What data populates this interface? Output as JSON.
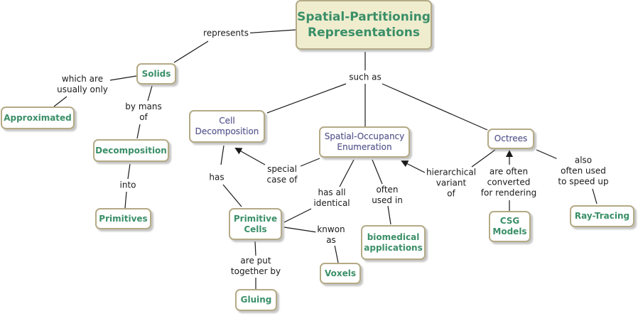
{
  "title": "Spatial-Partitioning Representations concept map",
  "nodes": {
    "root": "Spatial-Partitioning\nRepresentations",
    "solids": "Solids",
    "approximated": "Approximated",
    "decomposition": "Decomposition",
    "primitives": "Primitives",
    "cell_decomposition": "Cell\nDecomposition",
    "spatial_occupancy": "Spatial-Occupancy\nEnumeration",
    "octrees": "Octrees",
    "primitive_cells": "Primitive\nCells",
    "biomedical": "biomedical\napplications",
    "voxels": "Voxels",
    "gluing": "Gluing",
    "csg_models": "CSG\nModels",
    "ray_tracing": "Ray-Tracing"
  },
  "links": {
    "represents": "represents",
    "which_are_usually_only": "which are\nusually only",
    "by_mans_of": "by mans\nof",
    "into": "into",
    "such_as": "such as",
    "has": "has",
    "special_case_of": "special\ncase of",
    "has_all_identical": "has all\nidentical",
    "often_used_in": "often\nused in",
    "knwon_as": "knwon\nas",
    "are_put_together_by": "are put\ntogether by",
    "hierarchical_variant_of": "hierarchical\nvariant\nof",
    "are_often_converted": "are often\nconverted\nfor rendering",
    "also_often_used": "also\noften used\nto speed up"
  },
  "colors": {
    "concept_text": "#3a8f68",
    "category_text": "#5c5c91",
    "node_border": "#b4aa86",
    "root_fill": "#efedce",
    "line": "#1a1a1a"
  }
}
